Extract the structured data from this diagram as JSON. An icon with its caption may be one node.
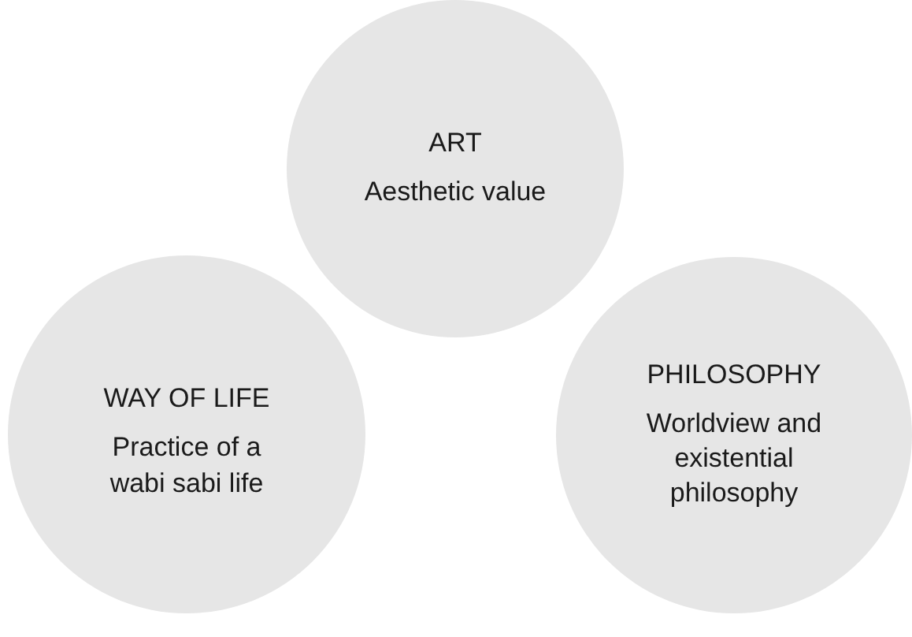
{
  "diagram": {
    "nodes": [
      {
        "text": [
          "ART",
          "Aesthetic value"
        ]
      },
      {
        "text": [
          "WAY OF LIFE",
          "Practice of a wabi sabi life"
        ]
      },
      {
        "text": [
          "PHILOSOPHY",
          "Worldview and existential philosophy"
        ]
      }
    ]
  }
}
